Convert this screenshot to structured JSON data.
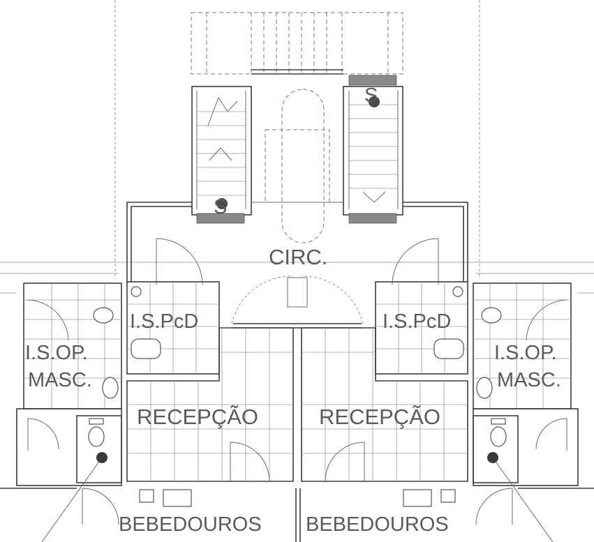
{
  "labels": {
    "circ": "CIRC.",
    "ispcd_left": "I.S.PcD",
    "ispcd_right": "I.S.PcD",
    "isop_left_1": "I.S.OP.",
    "isop_left_2": "MASC.",
    "isop_right_1": "I.S.OP.",
    "isop_right_2": "MASC.",
    "recepcao_left": "RECEPÇÃO",
    "recepcao_right": "RECEPÇÃO",
    "bebedouros_left": "BEBEDOUROS",
    "bebedouros_right": "BEBEDOUROS",
    "stair_mark_left": "S",
    "stair_mark_right": "S"
  },
  "colors": {
    "line": "#3c3c3c",
    "text": "#5a5a5a",
    "background": "#ffffff"
  }
}
